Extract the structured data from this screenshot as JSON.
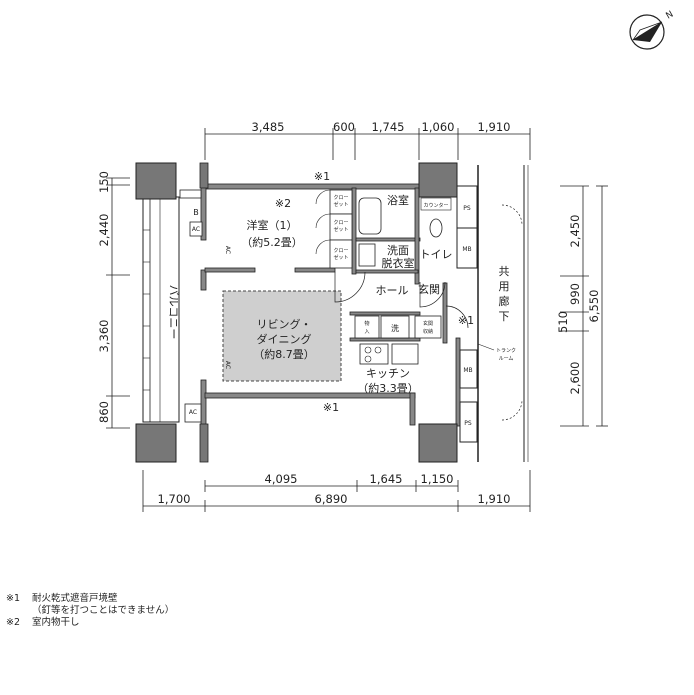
{
  "dimensions": {
    "top": [
      "3,485",
      "600",
      "1,745",
      "1,060",
      "1,910"
    ],
    "bottom_inner": [
      "4,095",
      "1,645",
      "1,150"
    ],
    "bottom_outer": [
      "1,700",
      "6,890",
      "1,910"
    ],
    "left": [
      "150",
      "2,440",
      "3,360",
      "860"
    ],
    "right_inner": [
      "2,450",
      "990",
      "510",
      "2,600"
    ],
    "right_total": "6,550"
  },
  "rooms": {
    "balcony": "バルコニー",
    "western_room": "洋室（1）",
    "western_room_area": "（約5.2畳）",
    "living_dining_1": "リビング・",
    "living_dining_2": "ダイニング",
    "living_dining_area": "（約8.7畳）",
    "kitchen": "キッチン",
    "kitchen_area": "（約3.3畳）",
    "bathroom": "浴室",
    "washroom_1": "洗面",
    "washroom_2": "脱衣室",
    "toilet": "トイレ",
    "hall": "ホール",
    "entrance": "玄関",
    "corridor_1": "共",
    "corridor_2": "用",
    "corridor_3": "廊",
    "corridor_4": "下"
  },
  "fixtures": {
    "ac": "AC",
    "b": "B",
    "closet_1": "クロー",
    "closet_2": "ゼット",
    "counter": "カウンター",
    "ps": "PS",
    "mb": "MB",
    "storage_1": "物",
    "storage_2": "入",
    "laundry": "洗",
    "shoe_1": "玄関",
    "shoe_2": "収納",
    "trunk_1": "トランク",
    "trunk_2": "ルーム"
  },
  "marks": {
    "note1": "※1",
    "note2": "※2"
  },
  "compass": {
    "north": "N"
  },
  "legend": [
    {
      "mark": "※1",
      "text": "耐火乾式遮音戸境壁"
    },
    {
      "mark": "",
      "text": "（釘等を打つことはできません）"
    },
    {
      "mark": "※2",
      "text": "室内物干し"
    }
  ]
}
